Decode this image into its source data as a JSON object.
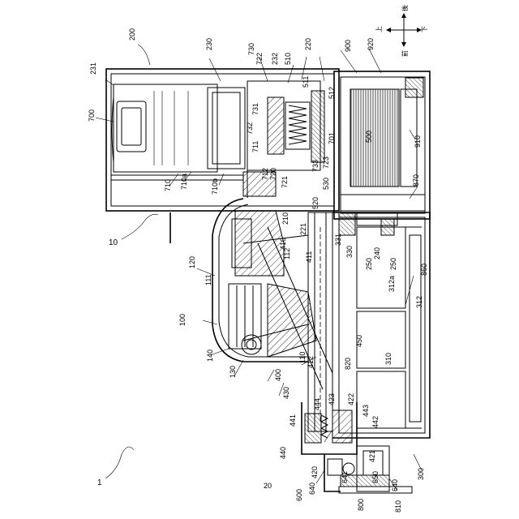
{
  "directions": {
    "up": "上",
    "down": "下",
    "front": "前",
    "rear": "後"
  },
  "labels": {
    "l1": "1",
    "l10": "10",
    "l20": "20",
    "l100": "100",
    "l110": "110",
    "l111": "111",
    "l112": "112",
    "l120": "120",
    "l130": "130",
    "l140": "140",
    "l200": "200",
    "l210": "210",
    "l220": "220",
    "l221": "221",
    "l230": "230",
    "l231": "231",
    "l232": "232",
    "l240": "240",
    "l250a": "250",
    "l250b": "250",
    "l300": "300",
    "l310": "310",
    "l312": "312",
    "l312a": "312a",
    "l330": "330",
    "l331": "331",
    "l400": "400",
    "l410": "410",
    "l411": "411",
    "l412": "412",
    "l420": "420",
    "l421": "421",
    "l422": "422",
    "l423": "423",
    "l430": "430",
    "l440": "440",
    "l441": "441",
    "l442": "442",
    "l443": "443",
    "l444": "444",
    "l450": "450",
    "l500": "500",
    "l510": "510",
    "l511": "511",
    "l512": "512",
    "l520": "520",
    "l530": "530",
    "l600": "600",
    "l640a": "640",
    "l640b": "640",
    "l641": "641",
    "l650": "650",
    "l700": "700",
    "l701": "701",
    "l710": "710",
    "l710a": "710a",
    "l710b": "710b",
    "l711": "711",
    "l712": "712",
    "l720": "720",
    "l721": "721",
    "l722": "722",
    "l723": "723",
    "l730": "730",
    "l731": "731",
    "l732": "732",
    "l733": "733",
    "l800": "800",
    "l810": "810",
    "l820": "820",
    "l860": "860",
    "l870": "870",
    "l900": "900",
    "l910": "910",
    "l920": "920"
  }
}
